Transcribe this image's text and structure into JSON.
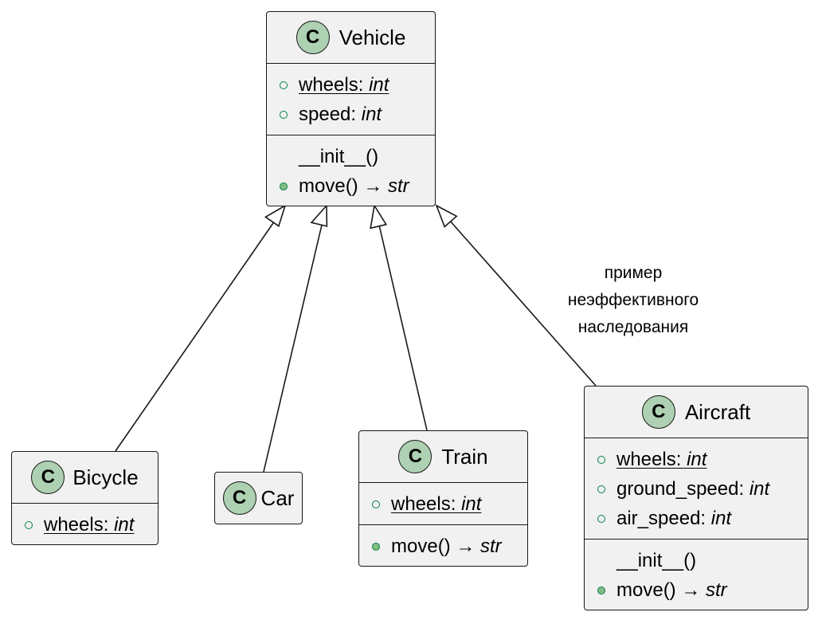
{
  "classes": {
    "vehicle": {
      "stereotype": "C",
      "name": "Vehicle",
      "fields": [
        {
          "name": "wheels",
          "type": "int",
          "static": true,
          "visibility": "public-field"
        },
        {
          "name": "speed",
          "type": "int",
          "static": false,
          "visibility": "public-field"
        }
      ],
      "methods": [
        {
          "signature": "__init__()",
          "returns": "",
          "visibility": "none"
        },
        {
          "signature": "move() → ",
          "returns": "str",
          "visibility": "public-method"
        }
      ]
    },
    "bicycle": {
      "stereotype": "C",
      "name": "Bicycle",
      "fields": [
        {
          "name": "wheels",
          "type": "int",
          "static": true,
          "visibility": "public-field"
        }
      ]
    },
    "car": {
      "stereotype": "C",
      "name": "Car"
    },
    "train": {
      "stereotype": "C",
      "name": "Train",
      "fields": [
        {
          "name": "wheels",
          "type": "int",
          "static": true,
          "visibility": "public-field"
        }
      ],
      "methods": [
        {
          "signature": "move() → ",
          "returns": "str",
          "visibility": "public-method"
        }
      ]
    },
    "aircraft": {
      "stereotype": "C",
      "name": "Aircraft",
      "fields": [
        {
          "name": "wheels",
          "type": "int",
          "static": true,
          "visibility": "public-field"
        },
        {
          "name": "ground_speed",
          "type": "int",
          "static": false,
          "visibility": "public-field"
        },
        {
          "name": "air_speed",
          "type": "int",
          "static": false,
          "visibility": "public-field"
        }
      ],
      "methods": [
        {
          "signature": "__init__()",
          "returns": "",
          "visibility": "none"
        },
        {
          "signature": "move() → ",
          "returns": "str",
          "visibility": "public-method"
        }
      ]
    }
  },
  "note": {
    "lines": [
      "пример",
      "неэффективного",
      "наследования"
    ]
  },
  "relations": [
    {
      "kind": "inheritance",
      "from": "Bicycle",
      "to": "Vehicle"
    },
    {
      "kind": "inheritance",
      "from": "Car",
      "to": "Vehicle"
    },
    {
      "kind": "inheritance",
      "from": "Train",
      "to": "Vehicle"
    },
    {
      "kind": "inheritance",
      "from": "Aircraft",
      "to": "Vehicle"
    }
  ],
  "colors": {
    "class_fill": "#f1f1f1",
    "border": "#181818",
    "class_circle": "#add1b2",
    "visibility_stroke": "#038048",
    "visibility_fill": "#84be84"
  }
}
